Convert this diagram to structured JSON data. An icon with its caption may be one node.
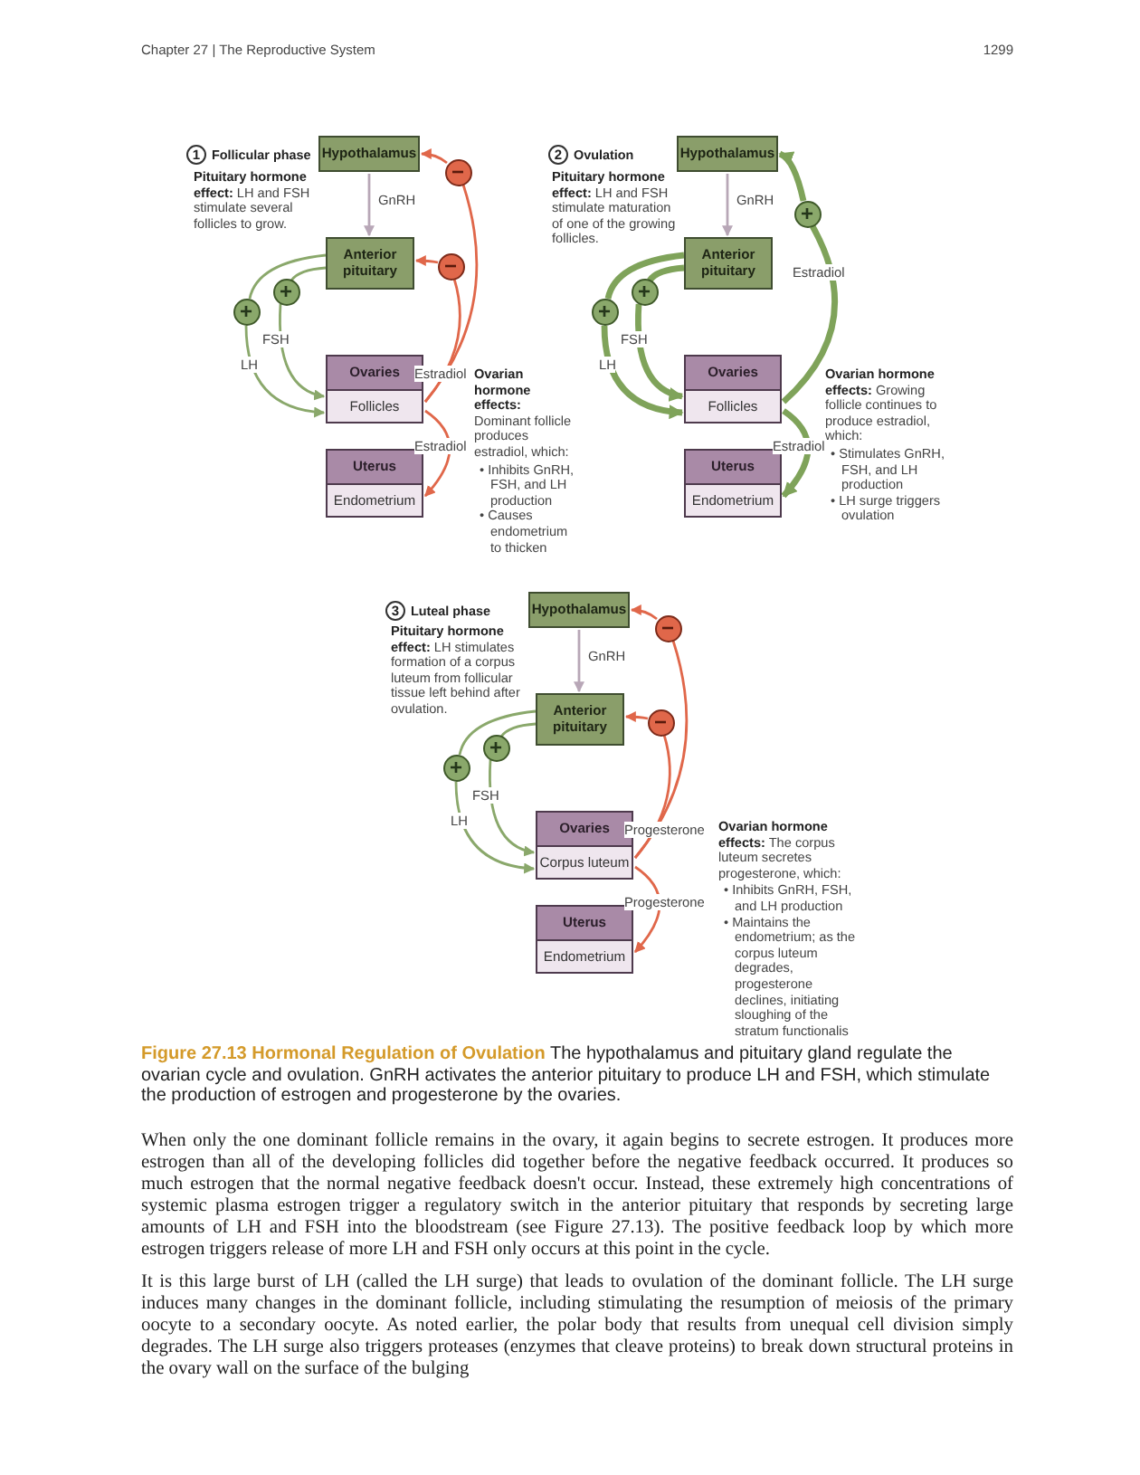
{
  "diagram": {
    "caption": "**Figure 27.13 Hormonal Regulation of Ovulation** The hypothalamus and pituitary gland regulate the ovarian cycle and ovulation. GnRH activates the anterior pituitary to produce LH and FSH, which stimulate the production of estrogen and progesterone by the ovaries.",
    "nodes": [
      {
        "text": [
          "Hypothalamus"
        ]
      },
      {
        "text": [
          "Anterior pituitary"
        ]
      },
      {
        "text": [
          "Ovaries",
          "Follicles"
        ]
      },
      {
        "text": [
          "Uterus",
          "Endometrium"
        ]
      },
      {
        "text": [
          "−"
        ]
      },
      {
        "text": [
          "−"
        ]
      },
      {
        "text": [
          "+"
        ]
      },
      {
        "text": [
          "+"
        ]
      },
      {
        "text": [
          "Hypothalamus"
        ]
      },
      {
        "text": [
          "Anterior pituitary"
        ]
      },
      {
        "text": [
          "Ovaries",
          "Follicles"
        ]
      },
      {
        "text": [
          "Uterus",
          "Endometrium"
        ]
      },
      {
        "text": [
          "+"
        ]
      },
      {
        "text": [
          "+"
        ]
      },
      {
        "text": [
          "+"
        ]
      },
      {
        "text": [
          "Hypothalamus"
        ]
      },
      {
        "text": [
          "Anterior pituitary"
        ]
      },
      {
        "text": [
          "Ovaries",
          "Corpus luteum"
        ]
      },
      {
        "text": [
          "Uterus",
          "Endometrium"
        ]
      },
      {
        "text": [
          "−"
        ]
      },
      {
        "text": [
          "−"
        ]
      },
      {
        "text": [
          "+"
        ]
      },
      {
        "text": [
          "+"
        ]
      }
    ],
    "edges": [
      {
        "from": 0,
        "to": 1,
        "arrow": "to",
        "label": "GnRH",
        "color": "#b8a7b7"
      },
      {
        "from": 2,
        "to": 4,
        "arrow": "none",
        "label": "Estradiol",
        "color": "#e0674a"
      },
      {
        "from": 4,
        "to": 0,
        "arrow": "to",
        "color": "#e0674a"
      },
      {
        "from": 2,
        "to": 5,
        "arrow": "none",
        "color": "#e0674a"
      },
      {
        "from": 5,
        "to": 1,
        "arrow": "to",
        "color": "#e0674a"
      },
      {
        "from": 1,
        "to": 6,
        "arrow": "none",
        "color": "#8aa86b"
      },
      {
        "from": 6,
        "to": 2,
        "arrow": "to",
        "label": "FSH",
        "color": "#8aa86b"
      },
      {
        "from": 1,
        "to": 7,
        "arrow": "none",
        "color": "#8aa86b"
      },
      {
        "from": 7,
        "to": 2,
        "arrow": "to",
        "label": "LH",
        "color": "#8aa86b"
      },
      {
        "from": 2,
        "to": 3,
        "arrow": "to",
        "label": "Estradiol",
        "color": "#e0674a"
      },
      {
        "from": 8,
        "to": 9,
        "arrow": "to",
        "label": "GnRH",
        "color": "#b8a7b7"
      },
      {
        "from": 10,
        "to": 12,
        "arrow": "none",
        "label": "Estradiol",
        "style": "thick",
        "color": "#7fa35a"
      },
      {
        "from": 12,
        "to": 8,
        "arrow": "to",
        "style": "thick",
        "color": "#7fa35a"
      },
      {
        "from": 9,
        "to": 13,
        "arrow": "none",
        "style": "thick",
        "color": "#7fa35a"
      },
      {
        "from": 13,
        "to": 10,
        "arrow": "to",
        "label": "FSH",
        "style": "thick",
        "color": "#7fa35a"
      },
      {
        "from": 9,
        "to": 14,
        "arrow": "none",
        "style": "thick",
        "color": "#7fa35a"
      },
      {
        "from": 14,
        "to": 10,
        "arrow": "to",
        "label": "LH",
        "style": "thick",
        "color": "#7fa35a"
      },
      {
        "from": 10,
        "to": 11,
        "arrow": "to",
        "label": "Estradiol",
        "style": "thick",
        "color": "#7fa35a"
      },
      {
        "from": 15,
        "to": 16,
        "arrow": "to",
        "label": "GnRH",
        "color": "#b8a7b7"
      },
      {
        "from": 17,
        "to": 19,
        "arrow": "none",
        "label": "Progesterone",
        "color": "#e0674a"
      },
      {
        "from": 19,
        "to": 15,
        "arrow": "to",
        "color": "#e0674a"
      },
      {
        "from": 17,
        "to": 20,
        "arrow": "none",
        "color": "#e0674a"
      },
      {
        "from": 20,
        "to": 16,
        "arrow": "to",
        "color": "#e0674a"
      },
      {
        "from": 16,
        "to": 21,
        "arrow": "none",
        "color": "#8aa86b"
      },
      {
        "from": 21,
        "to": 17,
        "arrow": "to",
        "label": "FSH",
        "color": "#8aa86b"
      },
      {
        "from": 16,
        "to": 22,
        "arrow": "none",
        "color": "#8aa86b"
      },
      {
        "from": 22,
        "to": 17,
        "arrow": "to",
        "label": "LH",
        "color": "#8aa86b"
      },
      {
        "from": 17,
        "to": 18,
        "arrow": "to",
        "label": "Progesterone",
        "color": "#e0674a"
      }
    ],
    "labels": [
      "Chapter 27 | The Reproductive System",
      "1299",
      "1",
      "Follicular phase",
      "**Pituitary hormone effect:** LH and FSH stimulate several follicles to grow.",
      "**Ovarian hormone effects:** Dominant follicle produces estradiol, which:",
      "• Inhibits GnRH, FSH, and LH production",
      "• Causes endometrium to thicken",
      "2",
      "Ovulation",
      "**Pituitary hormone effect:** LH and FSH stimulate maturation of one of the growing follicles.",
      "**Ovarian hormone effects:** Growing follicle continues to produce estradiol, which:",
      "• Stimulates GnRH, FSH, and LH production",
      "• LH surge triggers ovulation",
      "3",
      "Luteal phase",
      "**Pituitary hormone effect:** LH stimulates formation of a corpus luteum from follicular tissue left behind after ovulation.",
      "**Ovarian hormone effects:** The corpus luteum secretes progesterone, which:",
      "• Inhibits GnRH, FSH, and LH production",
      "• Maintains the endometrium; as the corpus luteum degrades, progesterone declines, initiating sloughing of the stratum functionalis",
      "When only the one dominant follicle remains in the ovary, it again begins to secrete estrogen. It produces more estrogen than all of the developing follicles did together before the negative feedback occurred. It produces so much estrogen that the normal negative feedback doesn't occur. Instead, these extremely high concentrations of systemic plasma estrogen trigger a regulatory switch in the anterior pituitary that responds by secreting large amounts of LH and FSH into the bloodstream (see Figure 27.13). The positive feedback loop by which more estrogen triggers release of more LH and FSH only occurs at this point in the cycle.",
      "It is this large burst of LH (called the LH surge) that leads to ovulation of the dominant follicle. The LH surge induces many changes in the dominant follicle, including stimulating the resumption of meiosis of the primary oocyte to a secondary oocyte. As noted earlier, the polar body that results from unequal cell division simply degrades. The LH surge also triggers proteases (enzymes that cleave proteins) to break down structural proteins in the ovary wall on the surface of the bulging"
    ]
  }
}
